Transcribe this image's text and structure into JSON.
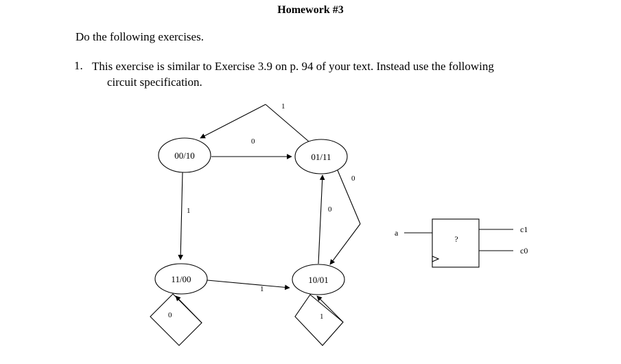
{
  "document": {
    "title": "Homework #3",
    "intro": "Do the following exercises.",
    "items": [
      {
        "number": "1.",
        "line1": "This exercise is similar to Exercise 3.9 on p. 94 of your text.  Instead use the following",
        "line2": "circuit specification."
      }
    ]
  },
  "figure": {
    "state_machine": {
      "states": [
        {
          "id": "s00",
          "label": "00/10"
        },
        {
          "id": "s01",
          "label": "01/11"
        },
        {
          "id": "s11",
          "label": "11/00"
        },
        {
          "id": "s10",
          "label": "10/01"
        }
      ],
      "transition_labels": [
        {
          "id": "t-top",
          "label": "1"
        },
        {
          "id": "t-00-to-01",
          "label": "0"
        },
        {
          "id": "t-00-to-11",
          "label": "1"
        },
        {
          "id": "t-01-right",
          "label": "0"
        },
        {
          "id": "t-10-to-01",
          "label": "0"
        },
        {
          "id": "t-11-to-10",
          "label": "1"
        },
        {
          "id": "t-11-self",
          "label": "0"
        },
        {
          "id": "t-10-self",
          "label": "1"
        }
      ]
    },
    "block_diagram": {
      "input_label": "a",
      "box_label": "?",
      "outputs": [
        {
          "id": "out-c1",
          "label": "c1"
        },
        {
          "id": "out-c0",
          "label": "c0"
        }
      ]
    }
  },
  "colors": {
    "ink": "#000000",
    "paper": "#ffffff"
  }
}
